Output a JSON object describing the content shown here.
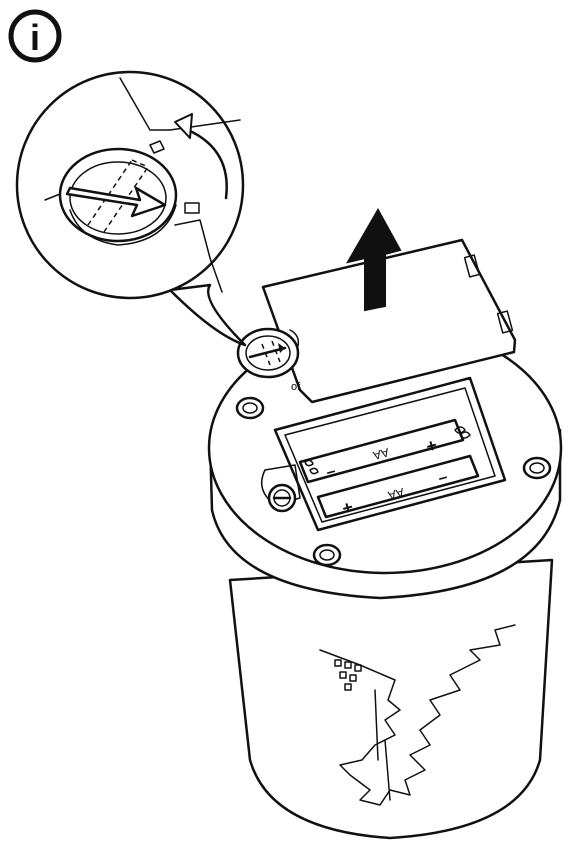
{
  "info_badge": {
    "glyph": "i"
  },
  "battery_compartment": {
    "top_cell": {
      "label": "AA",
      "plus": "+",
      "minus": "–"
    },
    "bottom_cell": {
      "label": "AA",
      "plus": "+",
      "minus": "–"
    }
  },
  "switch_marker": {
    "text": "of"
  }
}
